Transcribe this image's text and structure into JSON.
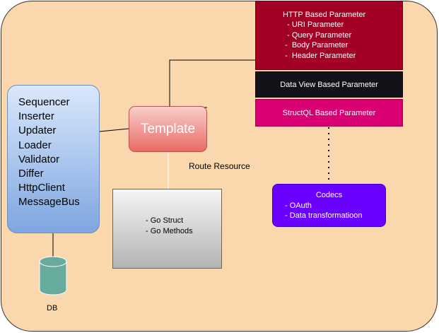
{
  "diagram": {
    "components": [
      "Sequencer",
      "Inserter",
      "Updater",
      "Loader",
      "Validator",
      "Differ",
      "HttpClient",
      "MessageBus"
    ],
    "template": {
      "label": "Template"
    },
    "route_label": "Route Resource",
    "go_box": {
      "lines": [
        "- Go Struct",
        "- Go Methods"
      ]
    },
    "db": {
      "label": "DB"
    },
    "http_param": {
      "title": "HTTP Based Parameter",
      "items": [
        "  - URI Parameter",
        "  - Query Parameter",
        " -  Body Parameter",
        " -  Header Parameter"
      ]
    },
    "dataview_param": {
      "label": "Data View Based Parameter"
    },
    "structql_param": {
      "label": "StructQL Based Parameter"
    },
    "codecs": {
      "title": "Codecs",
      "items": [
        "- OAuth",
        "- Data transformatioon"
      ]
    }
  },
  "colors": {
    "background": "#fad7ac",
    "components_fill": "#dae8fc",
    "template_fill": "#ea6b66",
    "go_box_fill": "#f5f5f5",
    "db_fill": "#67ab9f",
    "http_fill": "#a20025",
    "dataview_fill": "#141219",
    "structql_fill": "#d80073",
    "codecs_fill": "#6a00ff"
  }
}
